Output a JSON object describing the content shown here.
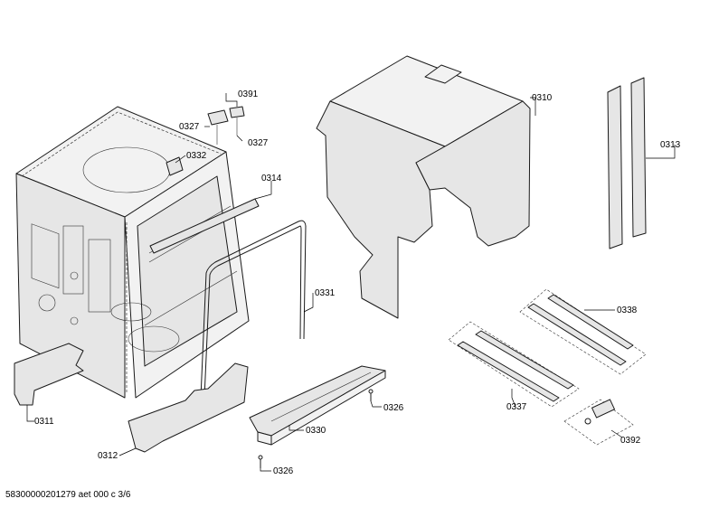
{
  "labels": {
    "p0391": "0391",
    "p0327a": "0327",
    "p0327b": "0327",
    "p0332": "0332",
    "p0314": "0314",
    "p0310": "0310",
    "p0313": "0313",
    "p0331": "0331",
    "p0338": "0338",
    "p0337": "0337",
    "p0392": "0392",
    "p0311": "0311",
    "p0312": "0312",
    "p0330": "0330",
    "p0326a": "0326",
    "p0326b": "0326"
  },
  "footer": "58300000201279 aet 000 c 3/6"
}
